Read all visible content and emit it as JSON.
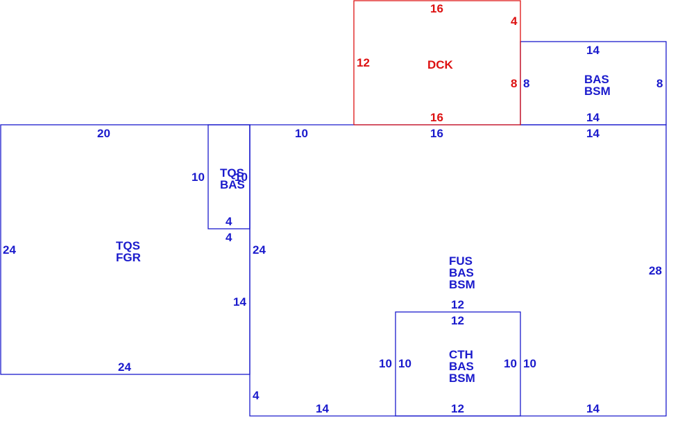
{
  "colors": {
    "outline": "#1a1acc",
    "deck": "#dd1111",
    "background": "#ffffff"
  },
  "areas": {
    "garage": {
      "codes": [
        "TQS",
        "FGR"
      ]
    },
    "small_room": {
      "codes": [
        "TQS",
        "BAS"
      ]
    },
    "main": {
      "codes": [
        "FUS",
        "BAS",
        "BSM"
      ]
    },
    "deck": {
      "codes": [
        "DCK"
      ]
    },
    "upper_right": {
      "codes": [
        "BAS",
        "BSM"
      ]
    },
    "cth": {
      "codes": [
        "CTH",
        "BAS",
        "BSM"
      ]
    }
  },
  "dimensions": {
    "garage_top": "20",
    "garage_left": "24",
    "garage_bottom": "24",
    "garage_right_lower": "14",
    "small_room_left": "10",
    "small_room_right": "10",
    "small_room_bottom_inner": "4",
    "small_room_bottom_outer": "4",
    "main_top_left": "10",
    "main_top_mid": "16",
    "main_top_right": "14",
    "main_left": "24",
    "main_right": "28",
    "main_bottom_left": "14",
    "main_bottom_right": "14",
    "main_step": "4",
    "deck_top": "16",
    "deck_right_top": "4",
    "deck_left": "12",
    "deck_right_bottom": "8",
    "deck_bottom": "16",
    "upper_right_top": "14",
    "upper_right_left": "8",
    "upper_right_right": "8",
    "upper_right_bottom": "14",
    "cth_top_outer": "12",
    "cth_top_inner": "12",
    "cth_left_outer": "10",
    "cth_left_inner": "10",
    "cth_right_inner": "10",
    "cth_right_outer": "10",
    "cth_bottom": "12"
  }
}
